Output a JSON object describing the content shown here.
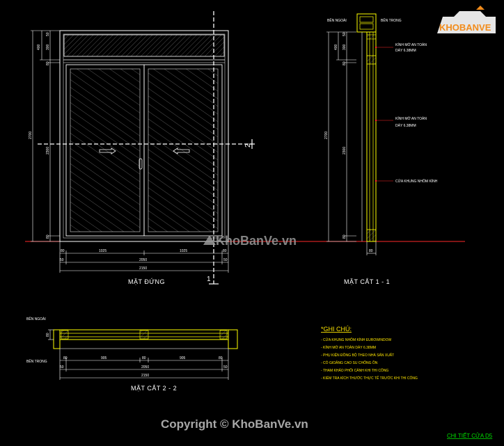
{
  "colors": {
    "background": "#000000",
    "frame": "#ffffff",
    "section": "#ffff00",
    "ground": "#ff2a2a",
    "notes": "#ffe600",
    "title": "#00e000",
    "dimension": "#ffffff"
  },
  "elevation": {
    "title": "MẶT ĐỨNG",
    "height_total": "2700",
    "height_door": "2300",
    "height_top_a": "400",
    "height_top_b": "300",
    "height_small_top": "50",
    "height_small_mid": "80",
    "height_small_bot": "80",
    "bottom_width_total": "2150",
    "bottom_width_inner": "2050",
    "panel_left": "1025",
    "panel_right": "1025",
    "side_left": "50",
    "side_right": "50",
    "edge_left": "80",
    "edge_right": "80",
    "section_mark_1": "1",
    "section_mark_2": "2"
  },
  "section11": {
    "title": "MẶT CẮT 1 - 1",
    "outside_label": "BÊN NGOÀI",
    "inside_label": "BÊN TRONG",
    "note_glass_1_line1": "KÍNH MỜ AN TOÀN",
    "note_glass_1_line2": "DÀY 6.38MM",
    "note_glass_2_line1": "KÍNH MỜ AN TOÀN",
    "note_glass_2_line2": "DÀY 6.38MM",
    "note_frame": "CỬA KHUNG NHÔM KÍNH",
    "height_total": "2700",
    "height_door": "2300",
    "height_top_a": "400",
    "height_top_b": "300",
    "height_small_top": "50",
    "height_small_mid": "80",
    "height_small_bot": "80",
    "bottom_width": "80"
  },
  "section22": {
    "title": "MẶT CẮT 2 - 2",
    "outside_label": "BÊN NGOÀI",
    "inside_label": "BÊN TRONG",
    "left_height": "80",
    "dims_top": [
      "80",
      "905",
      "80",
      "905",
      "80"
    ],
    "dim_inner": "2050",
    "dim_total": "2150",
    "side_left": "50",
    "side_right": "50"
  },
  "notes": {
    "heading": "*GHI CHÚ:",
    "items": [
      "- CỬA KHUNG NHÔM KÍNH EUROWINDOW",
      "- KÍNH MỜ AN TOÀN DÀY 6.38MM",
      "- PHỤ KIỆN ĐỒNG BỘ THEO NHÀ SẢN XUẤT",
      "- CÓ GIOĂNG CAO SU CHỐNG ỒN",
      "- THAM KHẢO PHỐI CẢNH KHI THI CÔNG",
      "- KIỂM TRA KÍCH THƯỚC THỰC TẾ TRƯỚC KHI THI CÔNG"
    ]
  },
  "watermark": {
    "logo_text": "KHOBANVE",
    "center_text": "KhoBanVe.vn",
    "copyright": "Copyright © KhoBanVe.vn"
  },
  "drawing_title": "CHI TIẾT CỬA D5"
}
